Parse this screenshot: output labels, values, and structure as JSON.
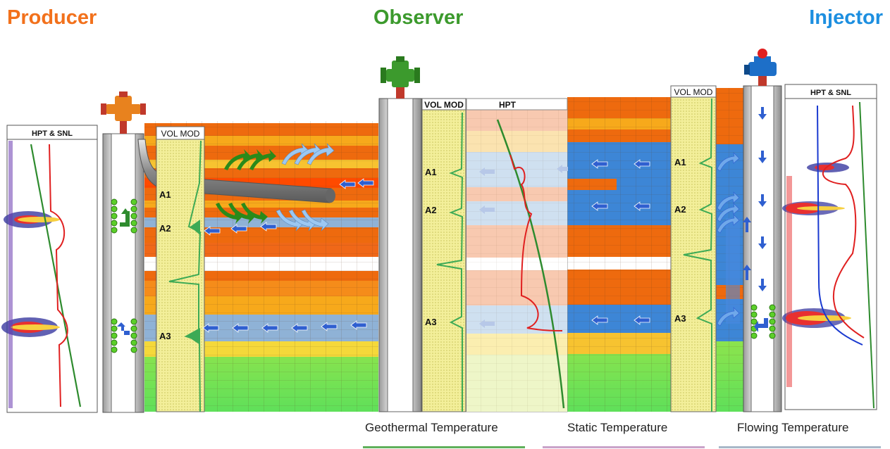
{
  "titles": {
    "producer": "Producer",
    "observer": "Observer",
    "injector": "Injector"
  },
  "track_headers": {
    "producer_log": "HPT & SNL",
    "producer_vol": "VOL MOD",
    "observer_vol": "VOL MOD",
    "observer_hpt": "HPT",
    "injector_vol": "VOL MOD",
    "injector_log": "HPT & SNL"
  },
  "zone_labels": {
    "producer": [
      "A1",
      "A2",
      "A3"
    ],
    "observer": [
      "A1",
      "A2",
      "A3"
    ],
    "injector": [
      "A1",
      "A2",
      "A3"
    ]
  },
  "legend": {
    "geothermal": "Geothermal Temperature",
    "static": "Static Temperature",
    "flowing": "Flowing Temperature"
  },
  "colors": {
    "producer": "#f2711c",
    "observer": "#3c9a2d",
    "injector": "#1d8fe0",
    "flow_arrow": "#2f5fd0",
    "geothermal_line": "#2e8b2e",
    "flowing_line": "#e02020"
  }
}
